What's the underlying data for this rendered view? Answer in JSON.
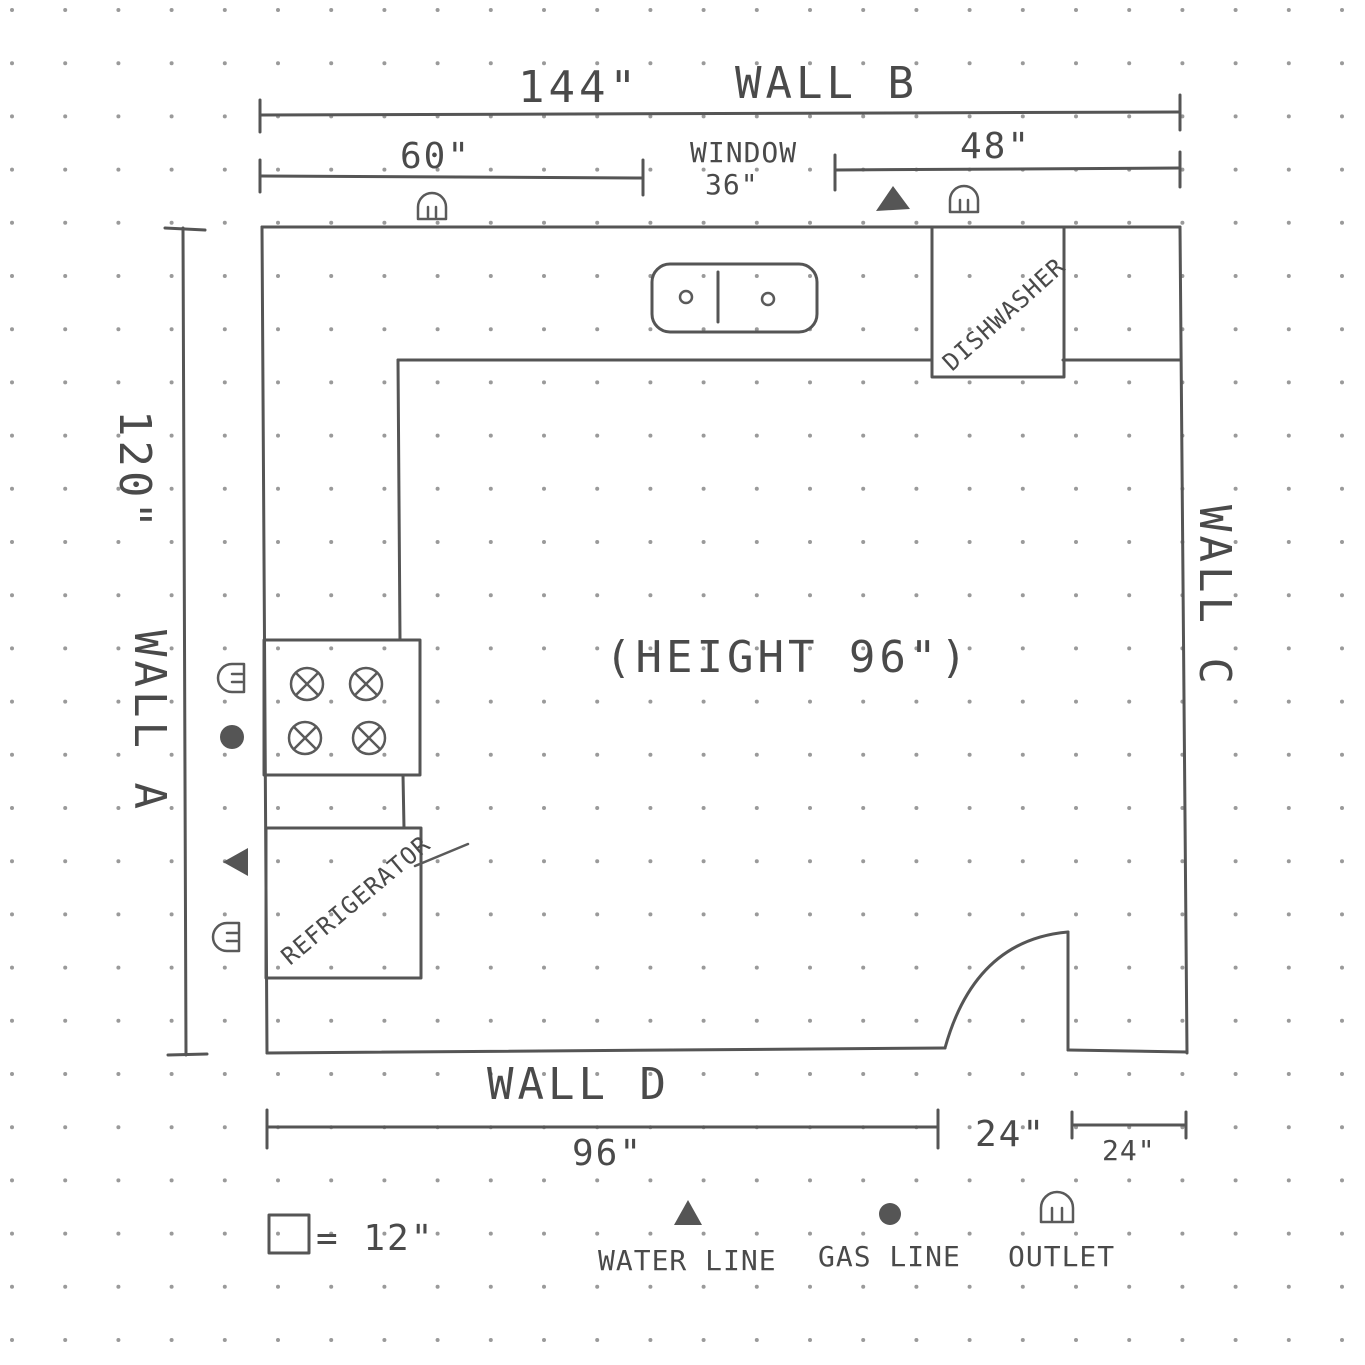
{
  "walls": {
    "wall_a": "WALL A",
    "wall_b": "WALL B",
    "wall_c": "WALL C",
    "wall_d": "WALL D"
  },
  "dimensions": {
    "wall_b_total": "144\"",
    "wall_b_left": "60\"",
    "window_label": "WINDOW",
    "window_width": "36\"",
    "wall_b_right": "48\"",
    "wall_a_total": "120\"",
    "wall_d_left": "96\"",
    "door_opening": "24\"",
    "wall_d_right": "24\""
  },
  "room": {
    "height_label": "(HEIGHT 96\")"
  },
  "appliances": {
    "dishwasher": "DISHWASHER",
    "refrigerator": "REFRIGERATOR"
  },
  "legend": {
    "scale": "= 12\"",
    "water_line": "WATER LINE",
    "gas_line": "GAS LINE",
    "outlet": "OUTLET"
  }
}
